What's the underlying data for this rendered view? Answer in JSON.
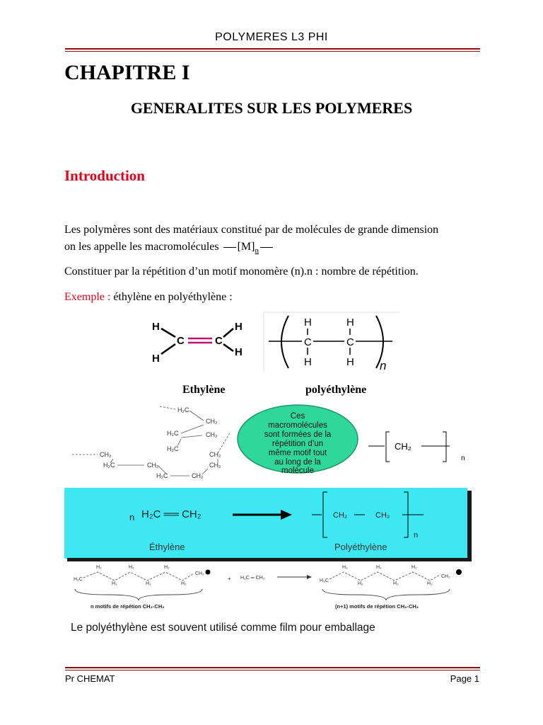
{
  "header": {
    "title": "POLYMERES   L3   PHI"
  },
  "chapter": {
    "title": "CHAPITRE I",
    "subtitle": "GENERALITES SUR LES POLYMERES"
  },
  "intro": {
    "heading": "Introduction",
    "line1": "Les polymères sont des matériaux constitué par de molécules de grande dimension",
    "line2": "on les appelle les macromolécules",
    "formula": "[M]",
    "formula_sub": "n",
    "line3": "Constituer par la répétition d’un motif monomère (n).n : nombre de répétition.",
    "example_label": "Exemple :",
    "example_text": " éthylène en  polyéthylène :"
  },
  "figure1": {
    "atom_h": "H",
    "atom_c": "C",
    "index_n": "n",
    "ethylene_label": "Ethylène",
    "polyethylene_label": "polyéthylène"
  },
  "figure2": {
    "chain_labels": [
      "H₂C",
      "CH₂",
      "H₂C",
      "CH₂",
      "H₂C",
      "CH₂",
      "CH₂",
      "H₂C",
      "CH₂",
      "CH₂",
      "H₂C",
      "CH₂"
    ],
    "bubble_lines": [
      "Ces",
      "macromolécules",
      "sont formées de la",
      "répétition d’un",
      "même motif tout",
      "au long de la",
      "molécule"
    ],
    "unit": "CH₂",
    "unit_index": "n"
  },
  "figure3": {
    "prefix_n": "n",
    "monomer": "H₂C ══ CH₂",
    "poly_left": "CH₂",
    "poly_right": "CH₂",
    "poly_index": "n",
    "label_left": "Éthylène",
    "label_right": "Polyéthylène"
  },
  "figure4": {
    "chain_left_end": "H₃C",
    "chain_h2": "H₂",
    "chain_right_end": "CH₂",
    "plus": "+",
    "monomer": "H₂C ═ CH₂",
    "left_caption": "n motifs de répétion CH₂-CH₂",
    "right_caption": "(n+1) motifs de répétion CH₂-CH₂",
    "bottom_caption": "Le polyéthylène est souvent utilisé comme film pour emballage"
  },
  "footer": {
    "author": "Pr CHEMAT",
    "page": "Page 1"
  },
  "colors": {
    "rule": "#8a1010",
    "heading_red": "#e0001a",
    "cyan_panel": "#3ee8f2",
    "bubble": "#2fd79a"
  }
}
